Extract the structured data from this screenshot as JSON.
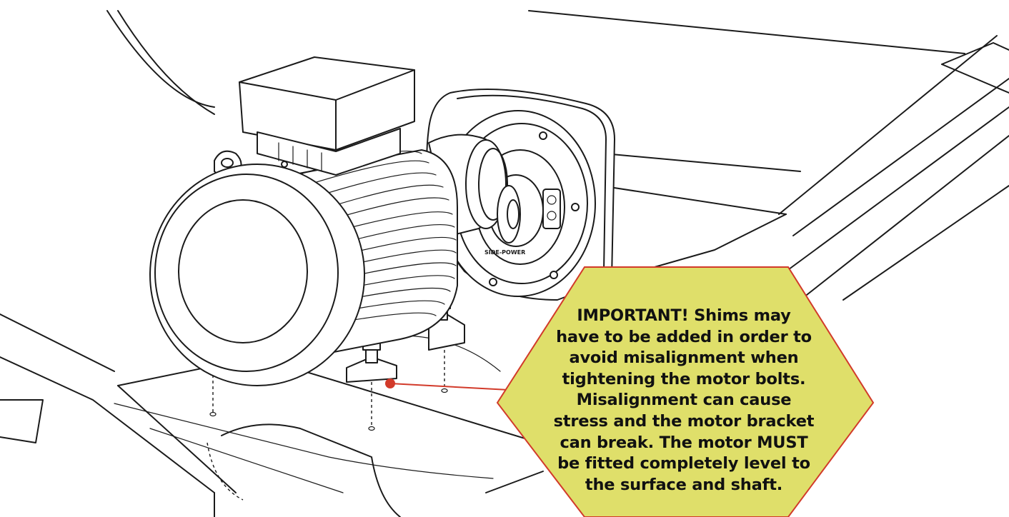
{
  "colors": {
    "callout_fill": "#dfdf6a",
    "callout_border": "#d23a2a",
    "leader_line": "#d23a2a",
    "leader_dot": "#d23a2a"
  },
  "thruster_brand_label": "SIDE-POWER",
  "callout": {
    "lines": [
      "IMPORTANT! Shims may",
      "have to be added in order to",
      "avoid misalignment when",
      "tightening the motor bolts.",
      "Misalignment can cause",
      "stress and the motor bracket",
      "can break. The motor MUST",
      "be fitted completely level to",
      "the surface and shaft."
    ]
  }
}
